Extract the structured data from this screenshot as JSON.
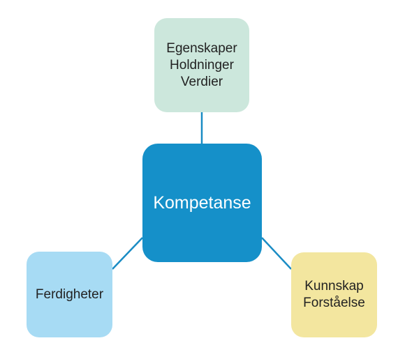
{
  "diagram": {
    "center": {
      "label": "Kompetanse",
      "color": "#1590c9"
    },
    "top": {
      "lines": [
        "Egenskaper",
        "Holdninger",
        "Verdier"
      ],
      "color": "#cce7dc"
    },
    "left": {
      "lines": [
        "Ferdigheter"
      ],
      "color": "#a7dbf4"
    },
    "right": {
      "lines": [
        "Kunnskap",
        "Forståelse"
      ],
      "color": "#f3e69f"
    },
    "connector_color": "#1a8cc4"
  }
}
